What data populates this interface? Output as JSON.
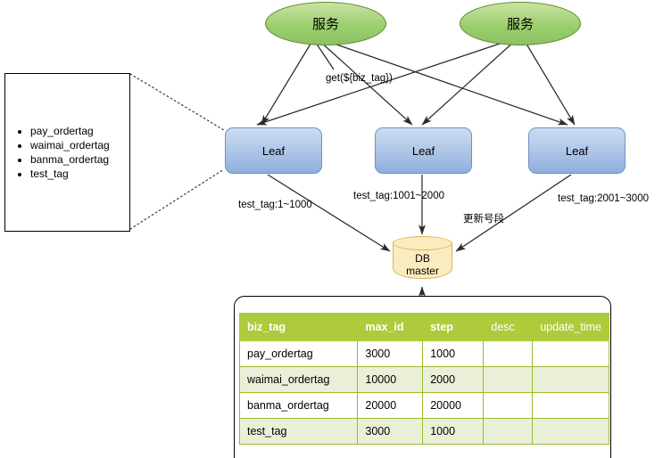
{
  "diagram": {
    "services": [
      {
        "id": "service-1",
        "label": "服务"
      },
      {
        "id": "service-2",
        "label": "服务"
      }
    ],
    "leaf_nodes": [
      {
        "id": "leaf-1",
        "label": "Leaf"
      },
      {
        "id": "leaf-2",
        "label": "Leaf"
      },
      {
        "id": "leaf-3",
        "label": "Leaf"
      }
    ],
    "database": {
      "line1": "DB",
      "line2": "master"
    },
    "edge_labels": {
      "get_call": "get(${biz_tag})",
      "range_1": "test_tag:1~1000",
      "range_2": "test_tag:1001~2000",
      "range_3": "test_tag:2001~3000",
      "update_segment": "更新号段"
    },
    "tag_list": {
      "items": [
        "pay_ordertag",
        "waimai_ordertag",
        "banma_ordertag",
        "test_tag"
      ]
    },
    "table": {
      "columns": [
        {
          "label": "biz_tag",
          "bold": true
        },
        {
          "label": "max_id",
          "bold": true
        },
        {
          "label": "step",
          "bold": true
        },
        {
          "label": "desc",
          "bold": false
        },
        {
          "label": "update_time",
          "bold": false
        }
      ],
      "rows": [
        {
          "biz_tag": "pay_ordertag",
          "max_id": "3000",
          "step": "1000",
          "desc": "",
          "update_time": ""
        },
        {
          "biz_tag": "waimai_ordertag",
          "max_id": "10000",
          "step": "2000",
          "desc": "",
          "update_time": ""
        },
        {
          "biz_tag": "banma_ordertag",
          "max_id": "20000",
          "step": "20000",
          "desc": "",
          "update_time": ""
        },
        {
          "biz_tag": "test_tag",
          "max_id": "3000",
          "step": "1000",
          "desc": "",
          "update_time": ""
        }
      ]
    },
    "colors": {
      "service_fill": "#9cce6e",
      "service_stroke": "#5b8a2f",
      "leaf_fill": "#b5cbe9",
      "leaf_stroke": "#6f92c4",
      "db_fill": "#fbecc0",
      "db_stroke": "#d6b656",
      "table_header": "#aecb3b",
      "table_row_alt": "#eaf0d8",
      "table_border": "#9bbb2f",
      "edge_stroke": "#2a2a2a"
    }
  }
}
